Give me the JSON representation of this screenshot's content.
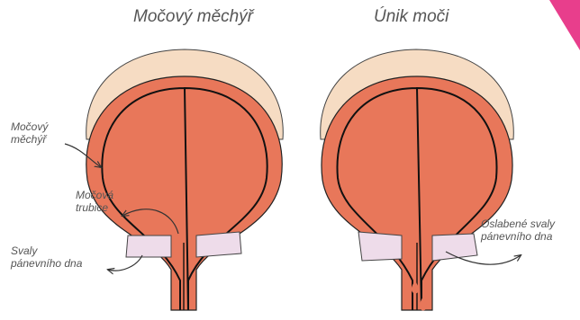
{
  "titles": {
    "left": "Močový měchýř",
    "right": "Únik moči"
  },
  "labels": {
    "bladder": [
      "Močový",
      "měchýř"
    ],
    "urethra": [
      "Močová",
      "trubice"
    ],
    "pelvic_floor": [
      "Svaly",
      "pánevního dna"
    ],
    "weakened_muscles": [
      "Oslabené svaly",
      "pánevního dna"
    ]
  },
  "colors": {
    "bladder": "#e8775a",
    "bladder_outline": "#1a1a1a",
    "fat_layer": "#f6dcc3",
    "pelvic_muscle": "#eedcea",
    "urine_drop": "#e8775a",
    "corner_accent": "#e83e8c",
    "text": "#555555"
  }
}
